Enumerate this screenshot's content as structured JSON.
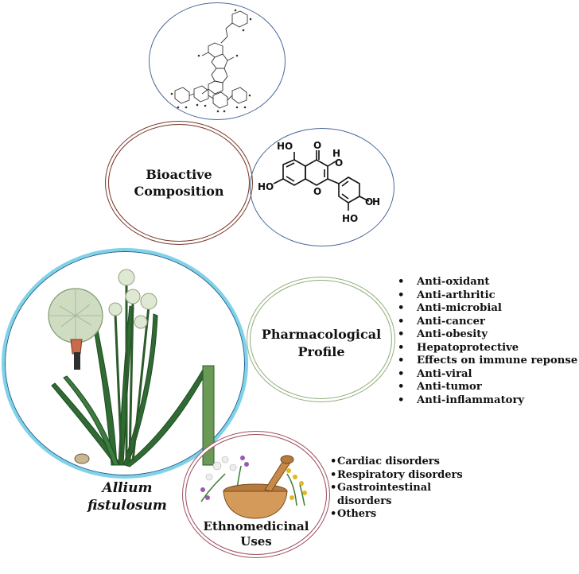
{
  "bioactive": {
    "title_line1": "Bioactive",
    "title_line2": "Composition"
  },
  "pharmacological": {
    "title_line1": "Pharmacological",
    "title_line2": "Profile",
    "activities": [
      "Anti-oxidant",
      "Anti-arthritic",
      "Anti-microbial",
      "Anti-cancer",
      "Anti-obesity",
      "Hepatoprotective",
      "Effects on immune reponse",
      "Anti-viral",
      "Anti-tumor",
      "Anti-inflammatory"
    ]
  },
  "ethnomedicinal": {
    "title_line1": "Ethnomedicinal",
    "title_line2": "Uses",
    "uses": [
      "Cardiac disorders",
      "Respiratory disorders",
      "Gastrointestinal disorders",
      "Others"
    ]
  },
  "plant": {
    "name_line1": "Allium",
    "name_line2": "fistulosum"
  },
  "flavonoid": {
    "atoms": {
      "o1": "O",
      "o2": "O",
      "o3": "O",
      "o_ring": "O",
      "h1": "H",
      "h2": "H",
      "h3": "H",
      "h4": "H",
      "h5": "H"
    }
  },
  "colors": {
    "structure_ring": "#4a6a9a",
    "bioactive_ring": "#7a3a2a",
    "pharma_ring": "#8fae7a",
    "plant_ring_outer": "#7fd2e8",
    "plant_ring_inner": "#1c5a8a",
    "ethno_ring": "#a05060"
  }
}
